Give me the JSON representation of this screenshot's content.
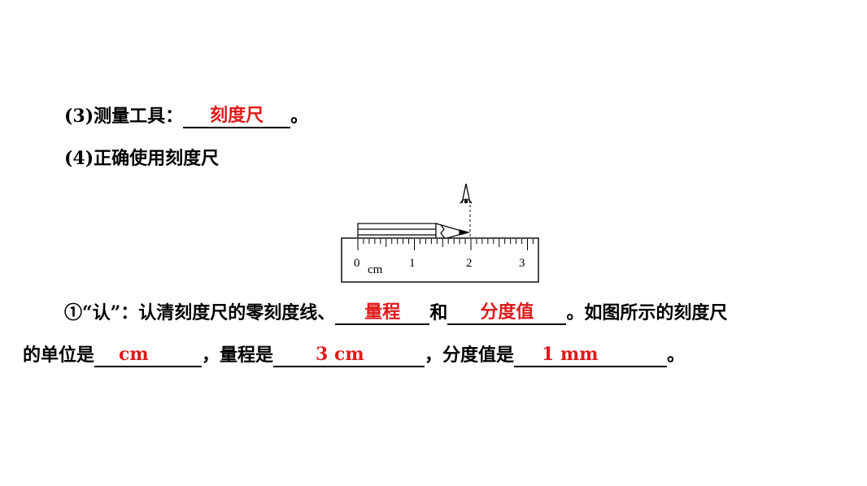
{
  "line3": {
    "prefix": "(3)测量工具：",
    "answer": "刻度尺",
    "suffix": "。"
  },
  "line4": {
    "text": "(4)正确使用刻度尺"
  },
  "figure": {
    "tick_labels": [
      "0",
      "1",
      "2",
      "3"
    ],
    "unit": "cm"
  },
  "step1": {
    "p1": "①“认”：认清刻度尺的零刻度线、",
    "a1": "量程",
    "p2": "和",
    "a2": "分度值",
    "p3": "。如图所示的刻度尺",
    "p4": "的单位是",
    "a3": "cm",
    "p5": "，量程是",
    "a4": "3 cm",
    "p6": "，分度值是",
    "a5": "1 mm",
    "p7": "。"
  }
}
